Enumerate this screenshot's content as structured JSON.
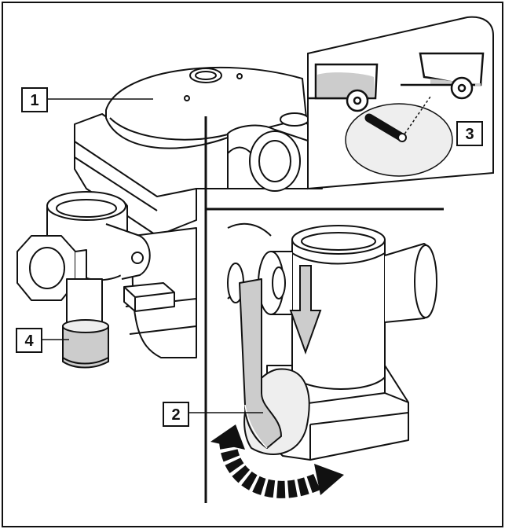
{
  "callouts": [
    {
      "id": "1",
      "label": "1"
    },
    {
      "id": "2",
      "label": "2"
    },
    {
      "id": "3",
      "label": "3"
    },
    {
      "id": "4",
      "label": "4"
    }
  ],
  "colors": {
    "outline": "#111111",
    "highlight": "#cccccc",
    "light_fill": "#eeeeee",
    "background": "#ffffff"
  },
  "icons": [
    "trailer-loaded-icon",
    "trailer-empty-icon",
    "lever-position-icon",
    "flow-direction-arrow-icon",
    "rotation-arrow-icon"
  ]
}
